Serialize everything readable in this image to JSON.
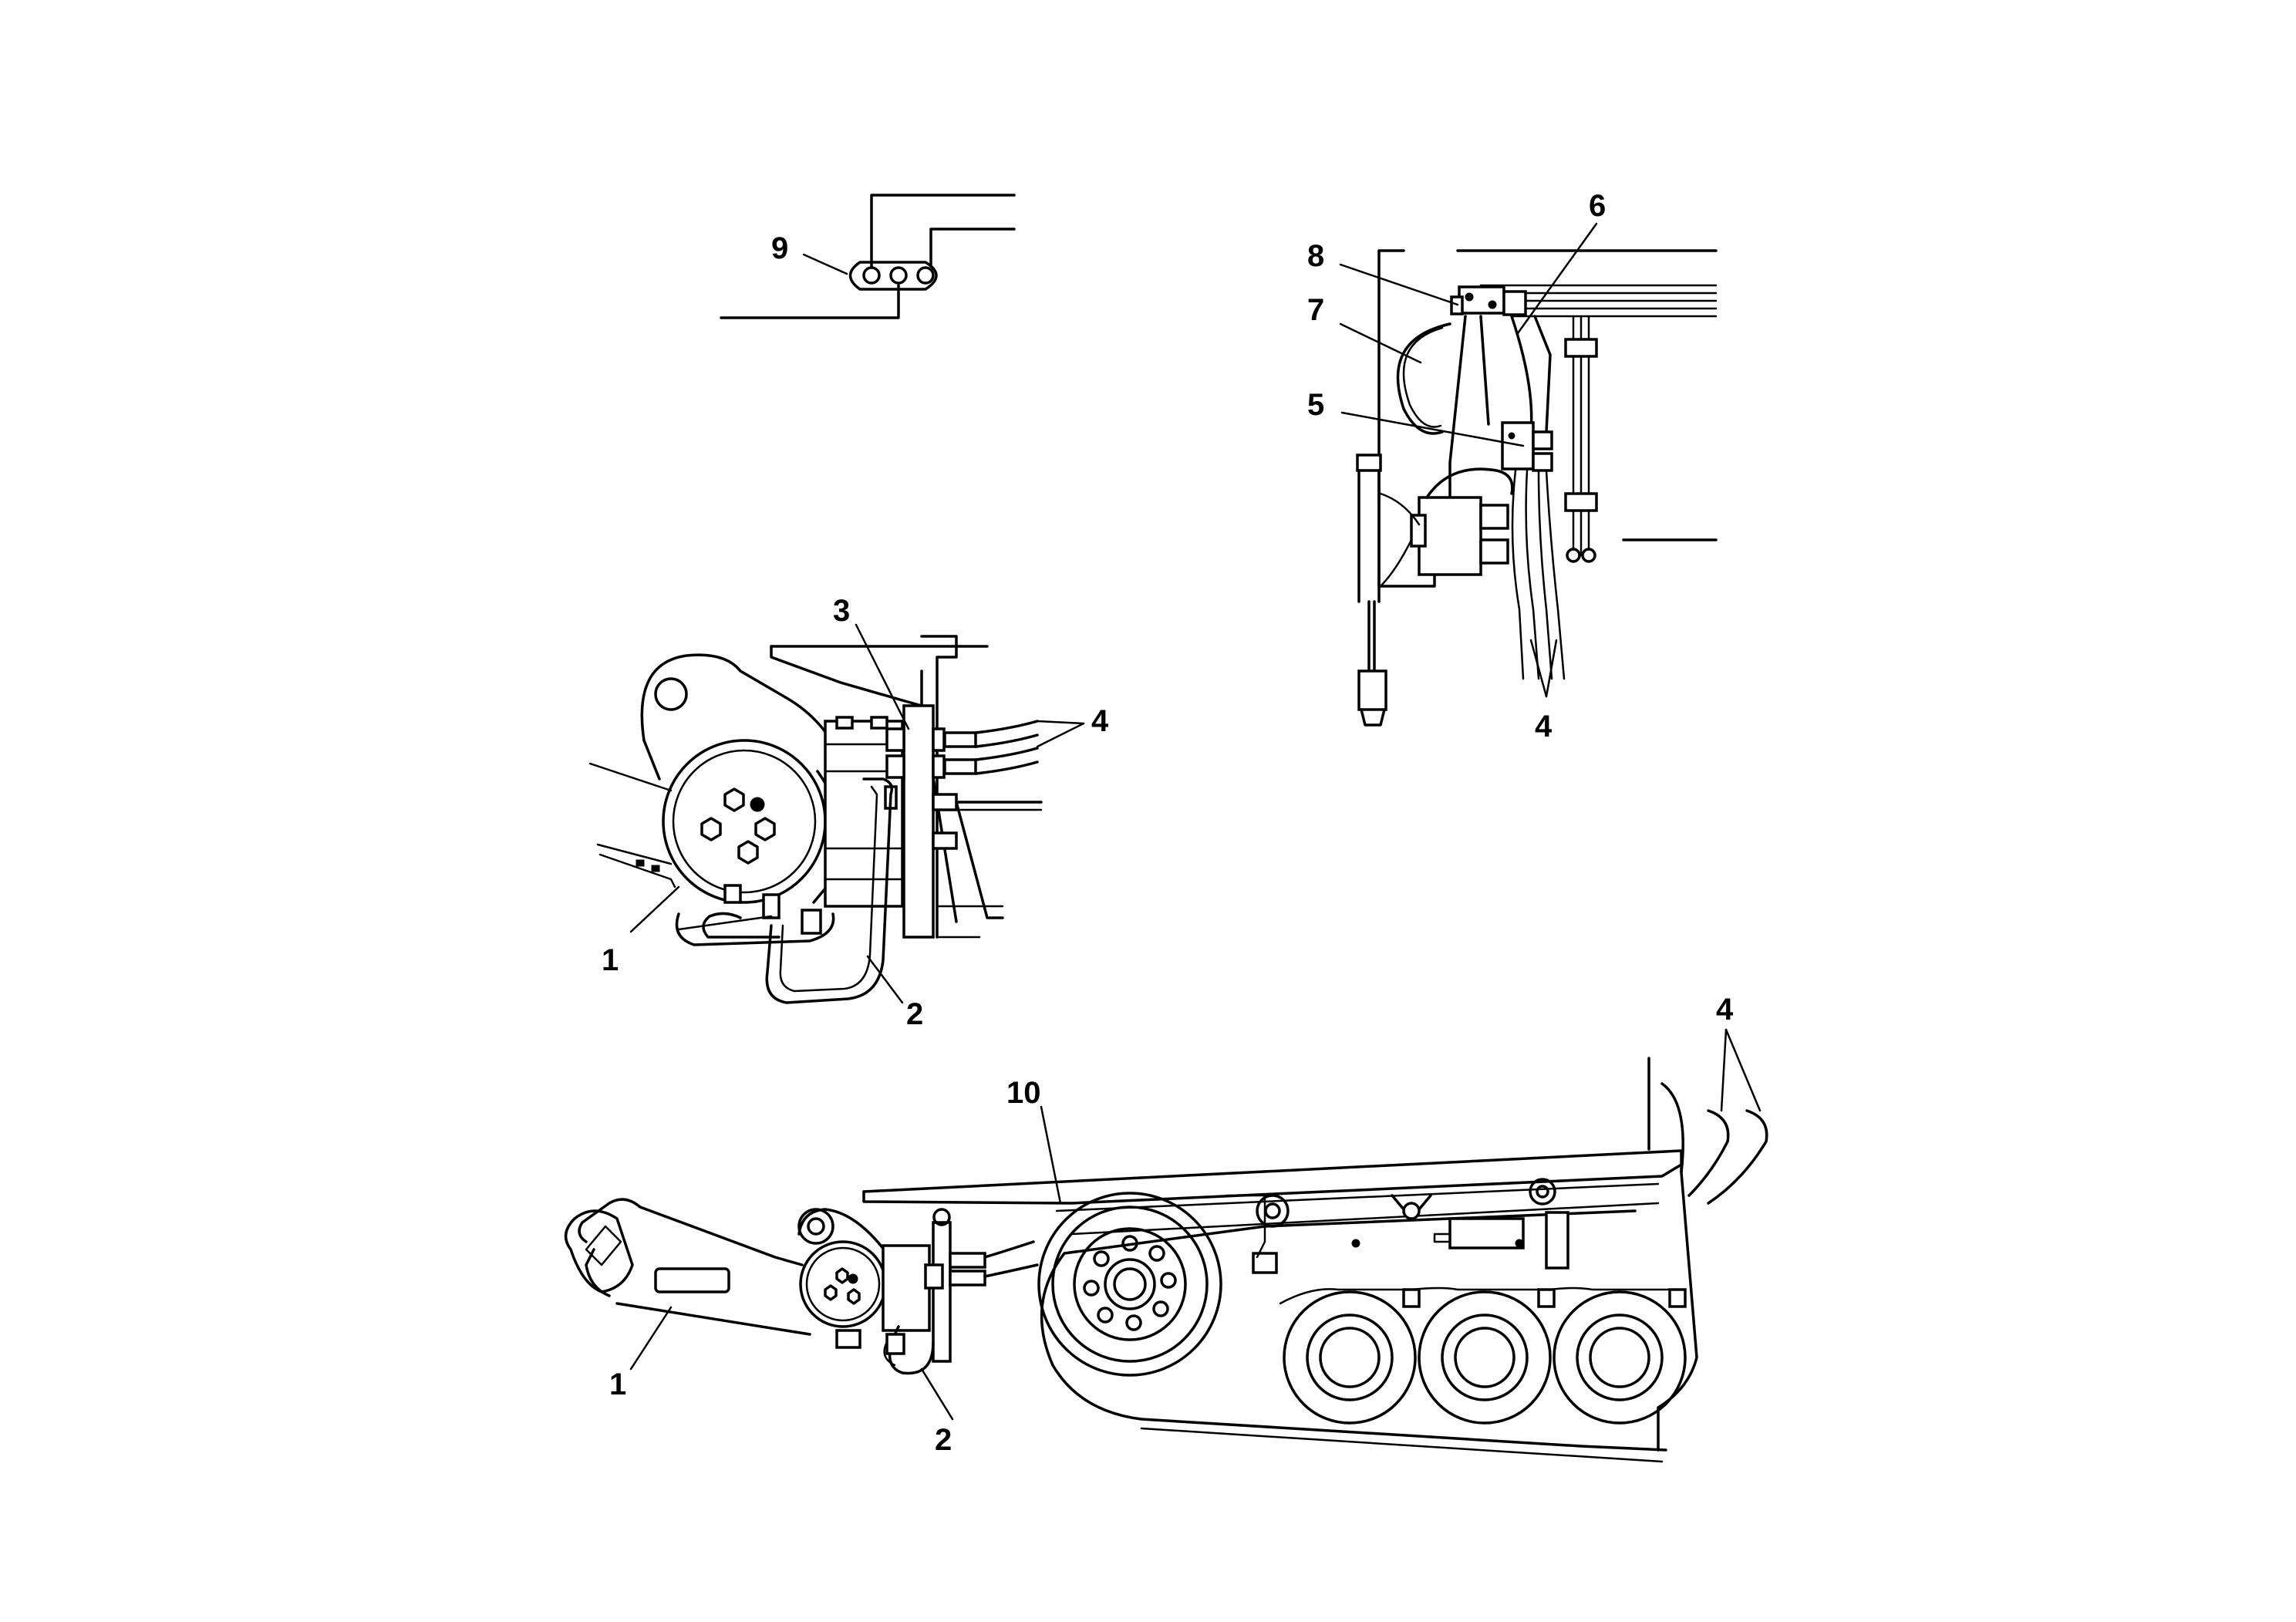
{
  "callouts": {
    "c9": "9",
    "c8": "8",
    "c7": "7",
    "c6": "6",
    "c5": "5",
    "c4_upper_right": "4",
    "c3": "3",
    "c4_mid_left": "4",
    "c1_mid": "1",
    "c2_mid": "2",
    "c10": "10",
    "c4_bottom": "4",
    "c1_bottom": "1",
    "c2_bottom": "2"
  }
}
